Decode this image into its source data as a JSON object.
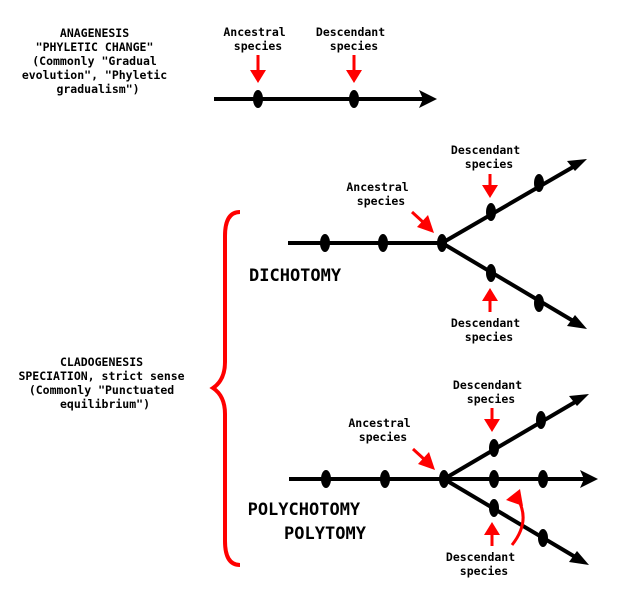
{
  "colors": {
    "line": "#000000",
    "arrow": "#ff0000",
    "background": "#ffffff"
  },
  "anagenesis": {
    "title_lines": [
      "ANAGENESIS",
      "\"PHYLETIC CHANGE\"",
      "(Commonly \"Gradual",
      "evolution\", \"Phyletic",
      "gradualism\")"
    ],
    "ancestral_lines": [
      "Ancestral",
      "species"
    ],
    "descendant_lines": [
      "Descendant",
      "species"
    ]
  },
  "cladogenesis": {
    "title_lines": [
      "CLADOGENESIS",
      "SPECIATION, strict sense",
      "(Commonly \"Punctuated",
      "equilibrium\")"
    ]
  },
  "dichotomy": {
    "label": "DICHOTOMY",
    "ancestral_lines": [
      "Ancestral",
      "species"
    ],
    "descendant_top_lines": [
      "Descendant",
      "species"
    ],
    "descendant_bottom_lines": [
      "Descendant",
      "species"
    ]
  },
  "polychotomy": {
    "label_lines": [
      "POLYCHOTOMY",
      "POLYTOMY"
    ],
    "ancestral_lines": [
      "Ancestral",
      "species"
    ],
    "descendant_top_lines": [
      "Descendant",
      "species"
    ],
    "descendant_bottom_lines": [
      "Descendant",
      "species"
    ]
  }
}
